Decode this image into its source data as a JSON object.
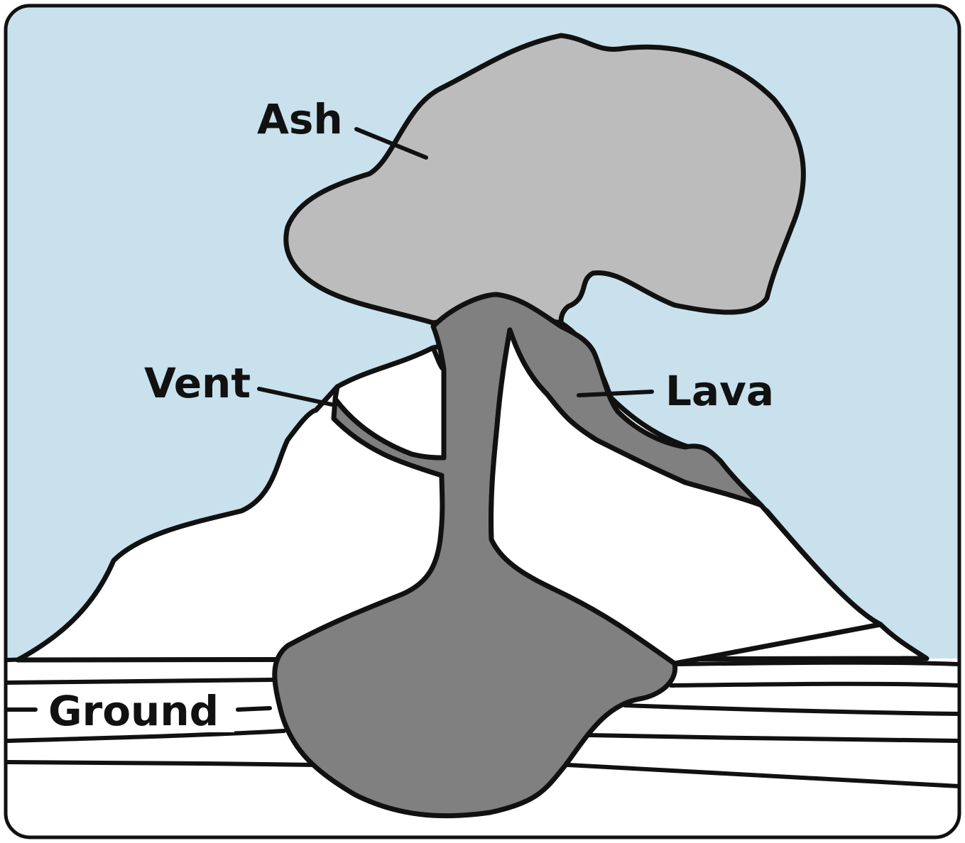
{
  "labels": {
    "ash": "Ash",
    "vent": "Vent",
    "lava": "Lava",
    "ground": "Ground"
  },
  "colors": {
    "sky": "#c9e1ec",
    "ash": "#bcbcbc",
    "magma": "#808080",
    "mountain": "#ffffff",
    "ground": "#ffffff",
    "outline": "#111111"
  }
}
